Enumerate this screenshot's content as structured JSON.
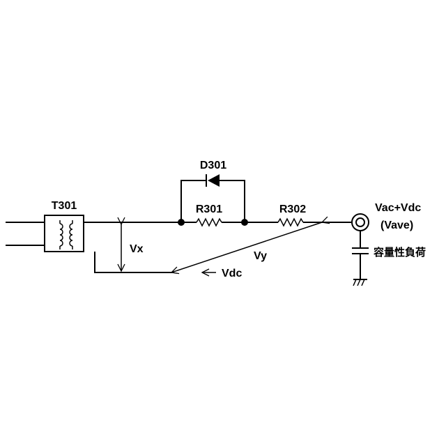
{
  "components": {
    "transformer": {
      "label": "T301"
    },
    "diode": {
      "label": "D301"
    },
    "resistor_1": {
      "label": "R301"
    },
    "resistor_2": {
      "label": "R302"
    },
    "output": {
      "label": "Vac+Vdc",
      "sublabel": "(Vave)"
    },
    "load": {
      "label": "容量性負荷"
    }
  },
  "voltages": {
    "vx": "Vx",
    "vy": "Vy",
    "vdc": "Vdc"
  },
  "colors": {
    "line": "#000000",
    "background": "#ffffff"
  }
}
